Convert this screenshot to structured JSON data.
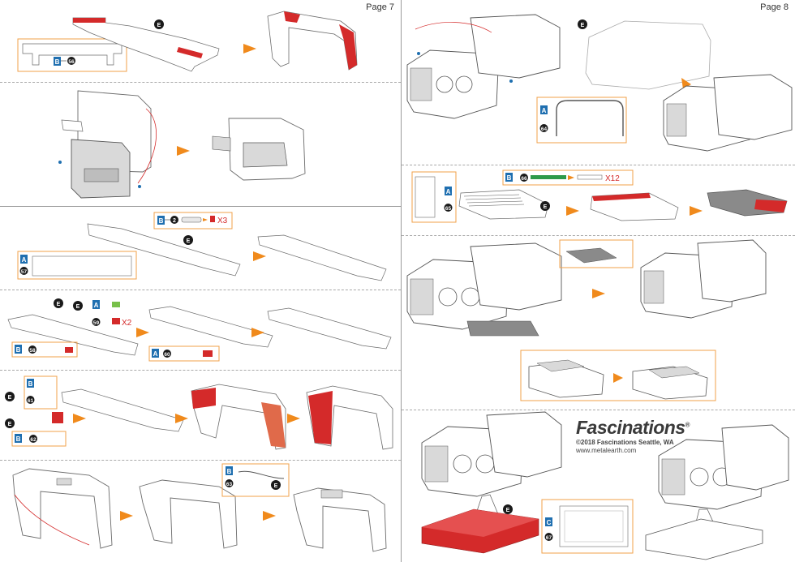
{
  "pages": {
    "left": {
      "number": "Page 7"
    },
    "right": {
      "number": "Page 8"
    }
  },
  "parts": {
    "p7_s1_sheet": "B",
    "p7_s1_num": "56",
    "p7_s1_tool": "E",
    "p7_s3_sheet_b": "B",
    "p7_s3_num_b": "2",
    "p7_s3_qty": "X3",
    "p7_s3_sheet_a": "A",
    "p7_s3_num_a": "57",
    "p7_s3_tool": "E",
    "p7_s4_sheet_a": "A",
    "p7_s4_num_a": "59",
    "p7_s4_qty": "X2",
    "p7_s4_sheet_b": "B",
    "p7_s4_num_b": "58",
    "p7_s4_sheet_a2": "A",
    "p7_s4_num_a2": "60",
    "p7_s4_tool1": "E",
    "p7_s4_tool2": "E",
    "p7_s5_sheet_b1": "B",
    "p7_s5_num_b1": "61",
    "p7_s5_sheet_b2": "B",
    "p7_s5_num_b2": "62",
    "p7_s5_tool1": "E",
    "p7_s5_tool2": "E",
    "p7_s6_sheet": "B",
    "p7_s6_num": "63",
    "p7_s6_tool": "E",
    "p8_s1_sheet": "A",
    "p8_s1_num": "64",
    "p8_s1_tool": "E",
    "p8_s2_sheet_b": "B",
    "p8_s2_num_b": "66",
    "p8_s2_qty": "X12",
    "p8_s2_sheet_a": "A",
    "p8_s2_num_a": "65",
    "p8_s2_tool": "E",
    "p8_s4_sheet": "C",
    "p8_s4_num": "67",
    "p8_s4_tool": "E"
  },
  "brand": {
    "logo": "Fascinations",
    "trademark": "®",
    "copyright": "©2018 Fascinations Seattle, WA",
    "website": "www.metalearth.com"
  },
  "colors": {
    "part_red": "#d42a2a",
    "arrow_orange": "#f08a1c",
    "callout_blue": "#1f6fb0",
    "box_outline": "#f0a04a",
    "line_gray": "#6b6b6b"
  }
}
